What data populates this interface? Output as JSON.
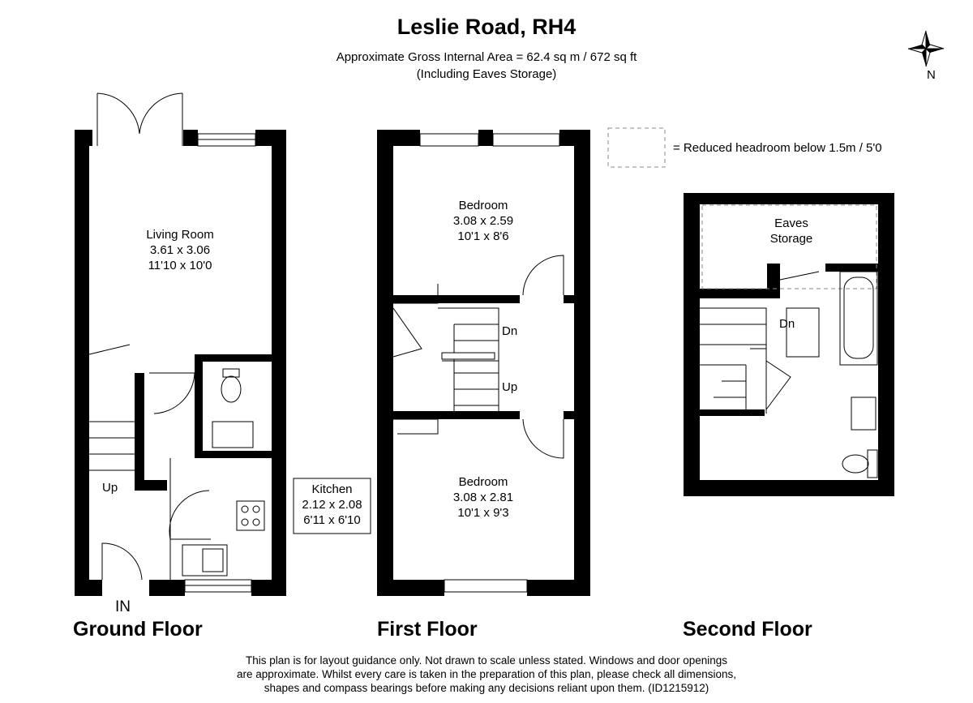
{
  "header": {
    "title": "Leslie Road, RH4",
    "area": "Approximate Gross Internal Area = 62.4 sq m / 672 sq ft",
    "note": "(Including Eaves Storage)"
  },
  "compass": {
    "label": "N"
  },
  "legend": {
    "text": "= Reduced headroom below 1.5m / 5'0"
  },
  "ground": {
    "title": "Ground Floor",
    "entry": "IN",
    "stairs": "Up",
    "living": {
      "name": "Living Room",
      "metric": "3.61 x 3.06",
      "imperial": "11'10 x 10'0"
    },
    "kitchen": {
      "name": "Kitchen",
      "metric": "2.12 x 2.08",
      "imperial": "6'11 x 6'10"
    }
  },
  "first": {
    "title": "First Floor",
    "down": "Dn",
    "up": "Up",
    "bedroom1": {
      "name": "Bedroom",
      "metric": "3.08 x 2.59",
      "imperial": "10'1 x 8'6"
    },
    "bedroom2": {
      "name": "Bedroom",
      "metric": "3.08 x 2.81",
      "imperial": "10'1 x 9'3"
    }
  },
  "second": {
    "title": "Second Floor",
    "down": "Dn",
    "eaves_line1": "Eaves",
    "eaves_line2": "Storage"
  },
  "disclaimer": {
    "line1": "This plan is for layout guidance only. Not drawn to scale unless stated. Windows and door openings",
    "line2": "are approximate. Whilst every care is taken in the preparation of this plan, please check all dimensions,",
    "line3": "shapes and compass bearings before making any decisions reliant upon them. (ID1215912)"
  }
}
